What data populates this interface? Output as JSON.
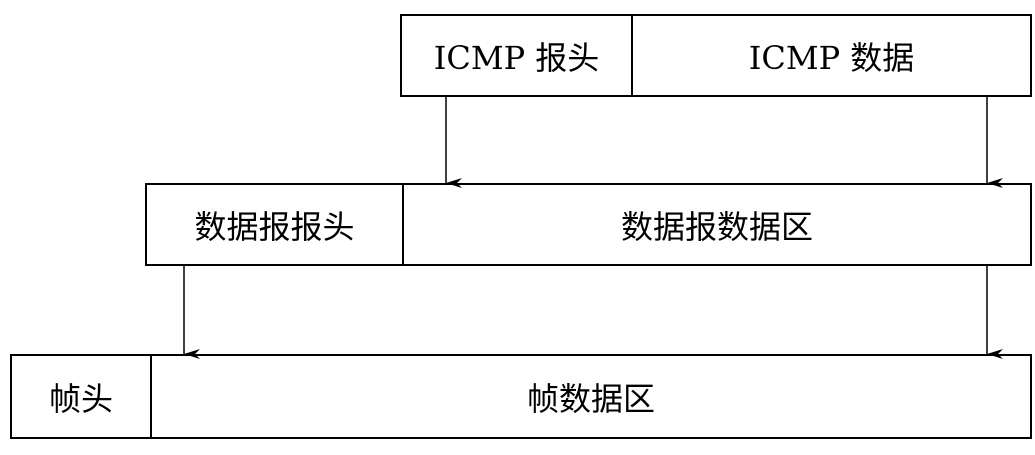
{
  "icmp_message": {
    "header_label": "ICMP 报头",
    "data_label": "ICMP 数据"
  },
  "ip_datagram": {
    "header_label": "数据报报头",
    "data_label": "数据报数据区"
  },
  "frame": {
    "header_label": "帧头",
    "data_label": "帧数据区"
  },
  "colors": {
    "line": "#000000",
    "background": "#ffffff"
  }
}
